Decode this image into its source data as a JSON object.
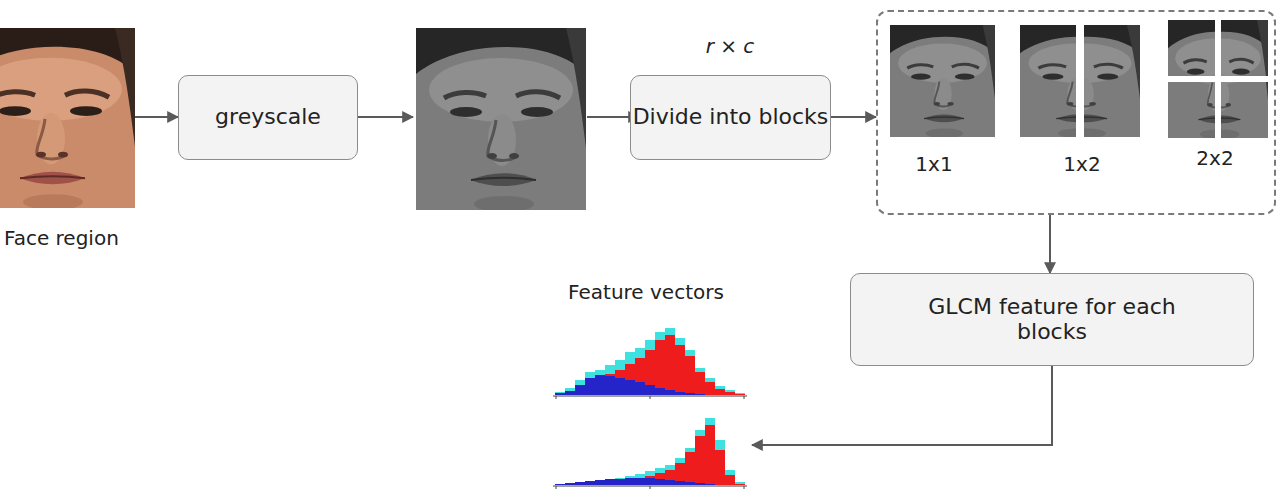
{
  "diagram": {
    "nodes": [
      {
        "text": [
          "Face region"
        ]
      },
      {
        "text": [
          "greyscale"
        ]
      },
      {
        "text": [
          "Divide into blocks"
        ]
      },
      {
        "text": [
          "1x1",
          "1x2",
          "2x2"
        ]
      },
      {
        "text": [
          "GLCM feature for each blocks"
        ]
      },
      {
        "text": [
          "Feature vectors"
        ]
      }
    ],
    "edges": [
      {
        "from": 0,
        "to": 1,
        "arrow": "to"
      },
      {
        "from": 2,
        "to": 3,
        "arrow": "to"
      },
      {
        "from": 3,
        "to": 4,
        "arrow": "to"
      },
      {
        "from": 4,
        "to": 5,
        "arrow": "to"
      }
    ],
    "labels": [
      "r × c"
    ]
  }
}
